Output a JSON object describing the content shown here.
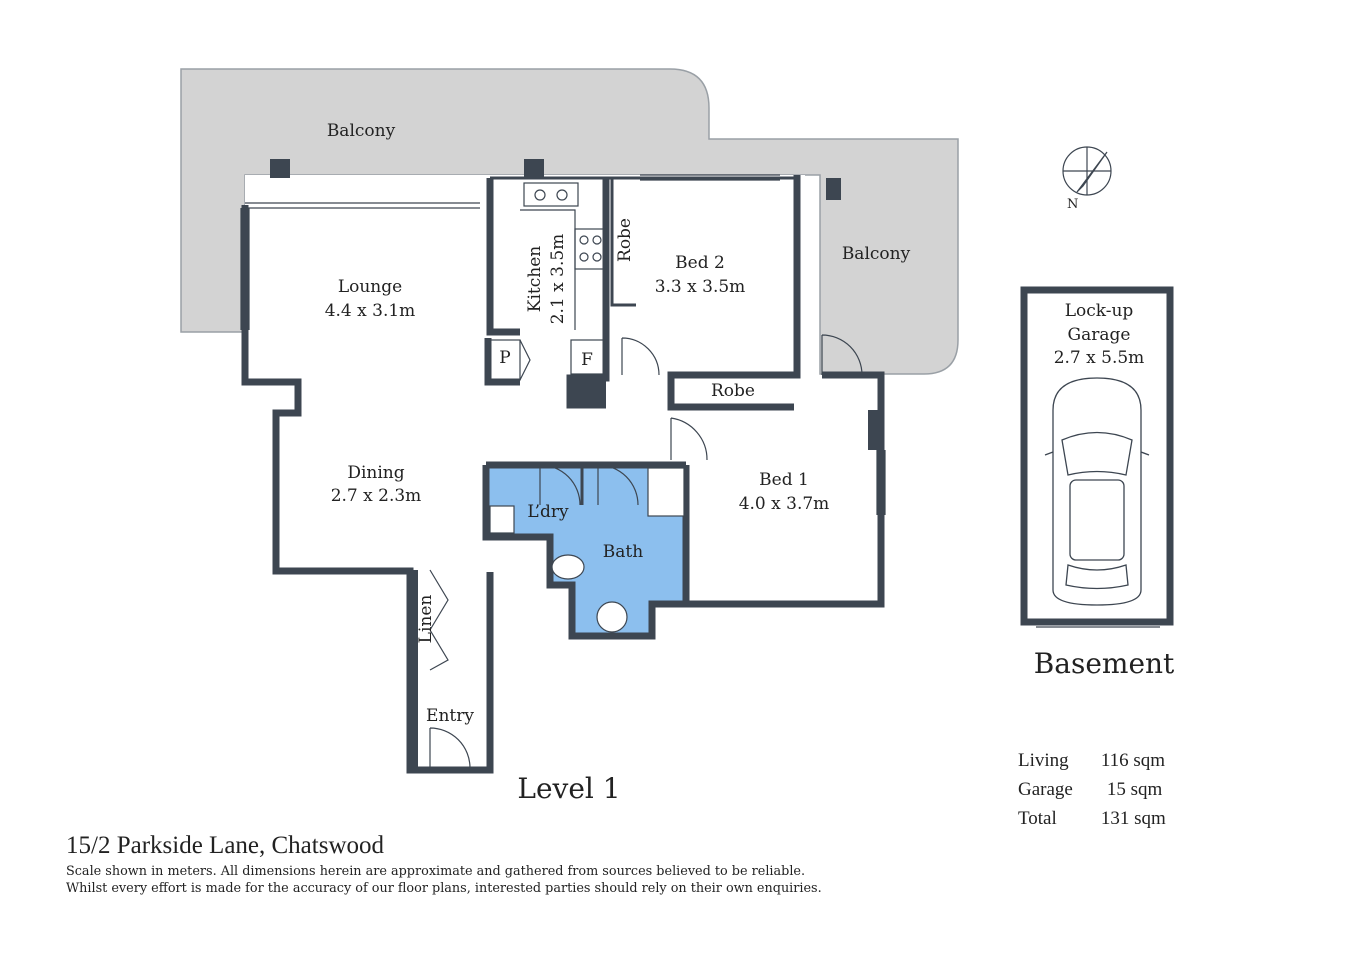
{
  "rooms": {
    "balcony_main": "Balcony",
    "balcony_side": "Balcony",
    "lounge": {
      "name": "Lounge",
      "size": "4.4 x 3.1m"
    },
    "kitchen": {
      "name": "Kitchen",
      "size": "2.1 x 3.5m"
    },
    "robe_bed2": "Robe",
    "bed2": {
      "name": "Bed 2",
      "size": "3.3 x 3.5m"
    },
    "pantry": "P",
    "fridge": "F",
    "robe_bed1": "Robe",
    "dining": {
      "name": "Dining",
      "size": "2.7 x 2.3m"
    },
    "laundry": "L’dry",
    "bath": "Bath",
    "bed1": {
      "name": "Bed 1",
      "size": "4.0 x 3.7m"
    },
    "linen": "Linen",
    "entry": "Entry"
  },
  "garage": {
    "line1": "Lock-up",
    "line2": "Garage",
    "size": "2.7 x 5.5m"
  },
  "compass": {
    "label": "N"
  },
  "levels": {
    "level1": "Level 1",
    "basement": "Basement"
  },
  "areas": [
    {
      "label": "Living",
      "value": "116 sqm"
    },
    {
      "label": "Garage",
      "value": "15 sqm"
    },
    {
      "label": "Total",
      "value": "131 sqm"
    }
  ],
  "address": "15/2 Parkside Lane, Chatswood",
  "disclaimer": [
    "Scale shown in meters. All dimensions herein are approximate and gathered from sources believed to be reliable.",
    "Whilst every effort is made for the accuracy of our floor plans, interested parties should rely on their own enquiries."
  ],
  "colors": {
    "wall": "#3d4651",
    "balcony": "#d3d3d3",
    "wet_area": "#8cbfee",
    "floor": "#ffffff"
  }
}
